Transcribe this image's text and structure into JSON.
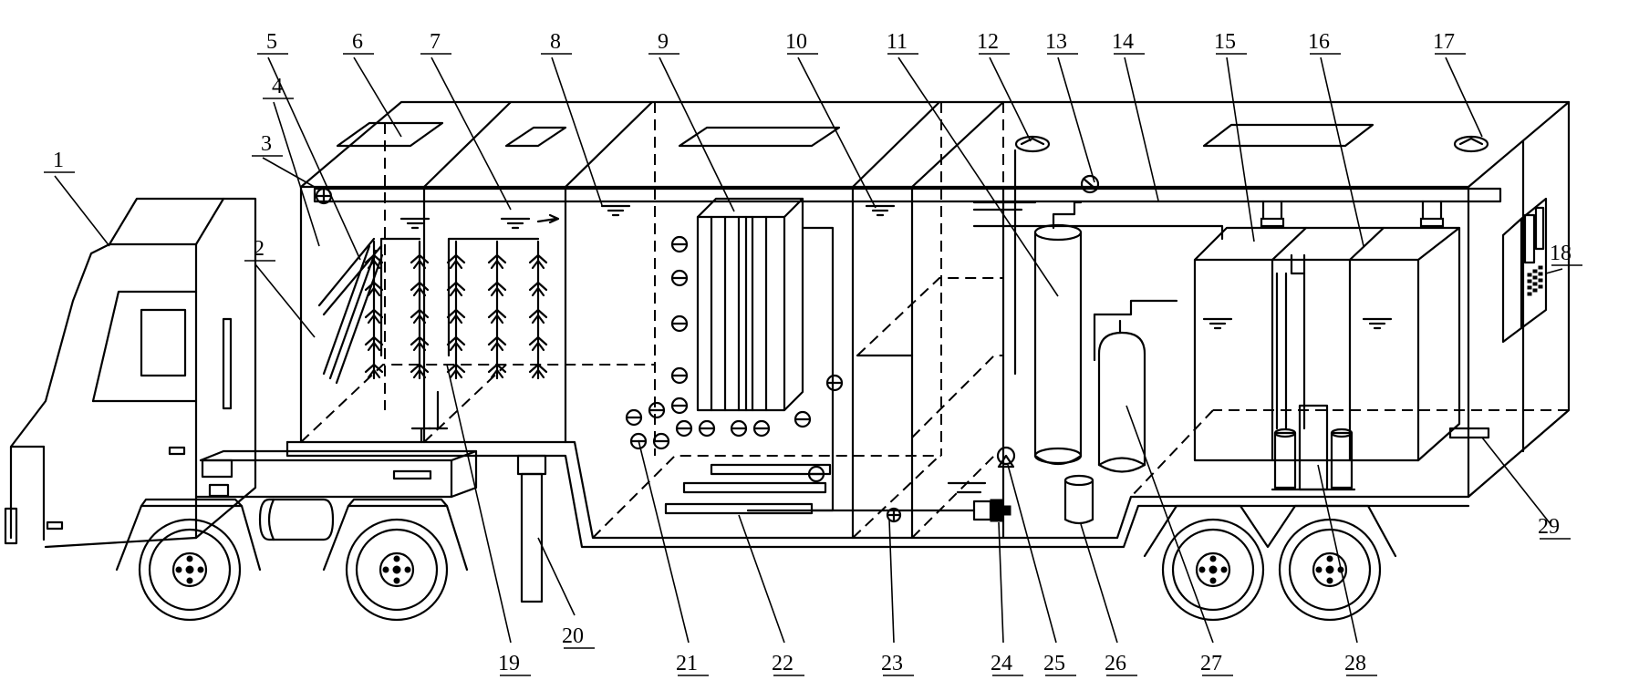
{
  "labels": [
    "1",
    "2",
    "3",
    "4",
    "5",
    "6",
    "7",
    "8",
    "9",
    "10",
    "11",
    "12",
    "13",
    "14",
    "15",
    "16",
    "17",
    "18",
    "19",
    "20",
    "21",
    "22",
    "23",
    "24",
    "25",
    "26",
    "27",
    "28",
    "29"
  ]
}
